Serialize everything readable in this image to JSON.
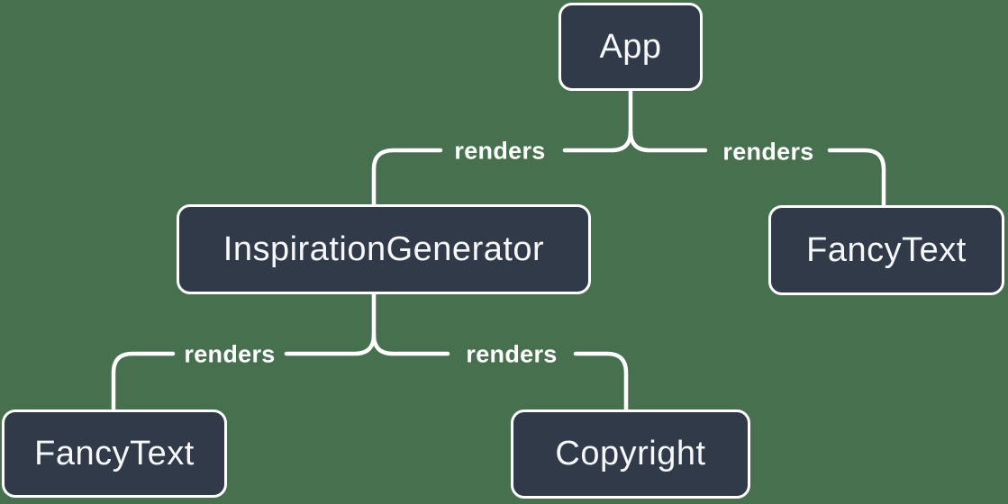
{
  "colors": {
    "background": "#47704F",
    "node_fill": "#313A48",
    "node_border": "#FFFFFF",
    "node_text": "#F6F7F9",
    "connector_line": "#FFFFFF",
    "edge_label_text": "#FFFFFF"
  },
  "diagram": {
    "type": "component-render-tree",
    "nodes": [
      {
        "id": "app",
        "label": "App"
      },
      {
        "id": "inspiration-generator",
        "label": "InspirationGenerator"
      },
      {
        "id": "fancy-text-top",
        "label": "FancyText"
      },
      {
        "id": "fancy-text-bottom",
        "label": "FancyText"
      },
      {
        "id": "copyright",
        "label": "Copyright"
      }
    ],
    "edges": [
      {
        "from": "App",
        "to": "InspirationGenerator",
        "label": "renders"
      },
      {
        "from": "App",
        "to": "FancyText",
        "label": "renders"
      },
      {
        "from": "InspirationGenerator",
        "to": "FancyText",
        "label": "renders"
      },
      {
        "from": "InspirationGenerator",
        "to": "Copyright",
        "label": "renders"
      }
    ]
  }
}
